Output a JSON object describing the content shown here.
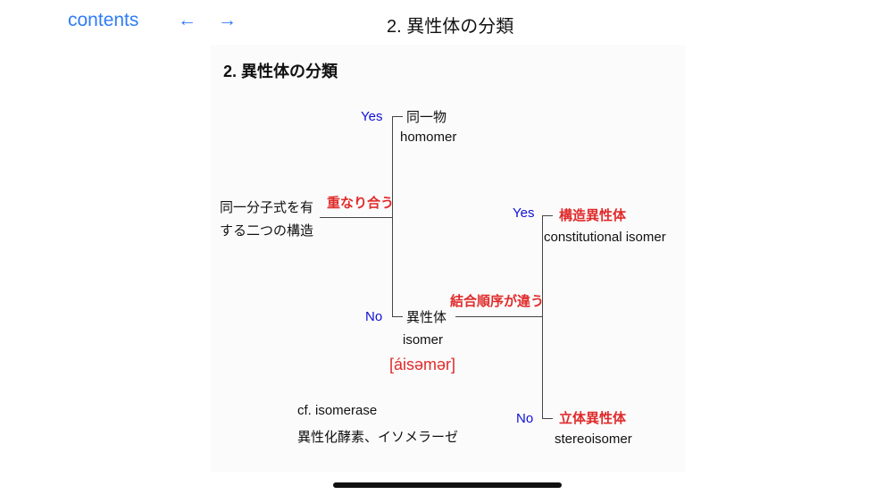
{
  "nav": {
    "contents": "contents",
    "back_icon": "←",
    "forward_icon": "→"
  },
  "header": {
    "title": "2. 異性体の分類"
  },
  "slide": {
    "title": "2. 異性体の分類",
    "root": [
      "同一分子式を有",
      "する二つの構造"
    ],
    "q1": "重なり合う",
    "yes1": "Yes",
    "homomer_jp": "同一物",
    "homomer_en": "homomer",
    "no1": "No",
    "isomer_jp": "異性体",
    "isomer_en": "isomer",
    "isomer_ipa": "[áisəmər]",
    "q2": "結合順序が違う",
    "yes2": "Yes",
    "const_jp": "構造異性体",
    "const_en": "constitutional isomer",
    "no2": "No",
    "stereo_jp": "立体異性体",
    "stereo_en": "stereoisomer",
    "cf": "cf. isomerase",
    "cf_jp": "異性化酵素、イソメラーゼ"
  }
}
